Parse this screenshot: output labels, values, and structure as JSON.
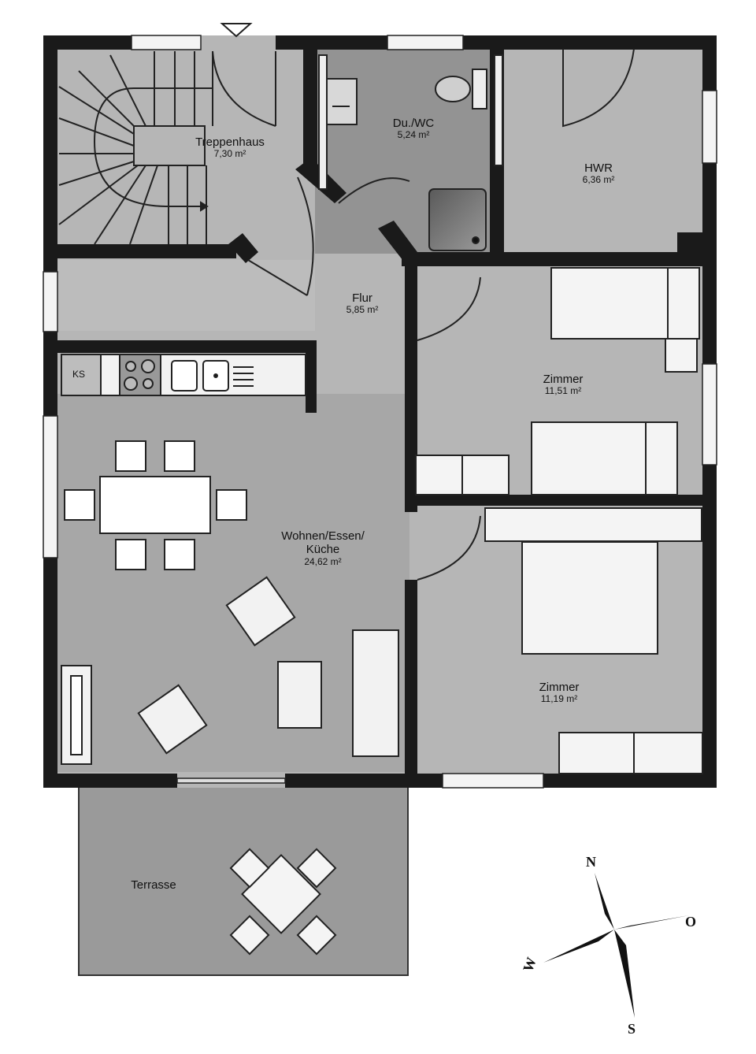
{
  "floor_plan": {
    "rooms": [
      {
        "id": "treppenhaus",
        "name": "Treppenhaus",
        "area": "7,30 m²"
      },
      {
        "id": "du-wc",
        "name": "Du./WC",
        "area": "5,24 m²"
      },
      {
        "id": "hwr",
        "name": "HWR",
        "area": "6,36 m²"
      },
      {
        "id": "flur",
        "name": "Flur",
        "area": "5,85 m²"
      },
      {
        "id": "zimmer-1",
        "name": "Zimmer",
        "area": "11,51 m²"
      },
      {
        "id": "wohnen",
        "name": "Wohnen/Essen/",
        "name2": "Küche",
        "area": "24,62 m²"
      },
      {
        "id": "zimmer-2",
        "name": "Zimmer",
        "area": "11,19 m²"
      },
      {
        "id": "terrasse",
        "name": "Terrasse",
        "area": ""
      }
    ],
    "kitchen": {
      "fridge_label": "KS"
    },
    "compass": {
      "north": "N",
      "east": "O",
      "south": "S",
      "west": "W"
    },
    "colors": {
      "wall": "#1a1a1a",
      "floor": "#b4b4b4",
      "floor_dark": "#8e8e8e",
      "bath_floor": "#959595",
      "terrace": "#9a9a9a",
      "furniture": "#ffffff"
    }
  }
}
